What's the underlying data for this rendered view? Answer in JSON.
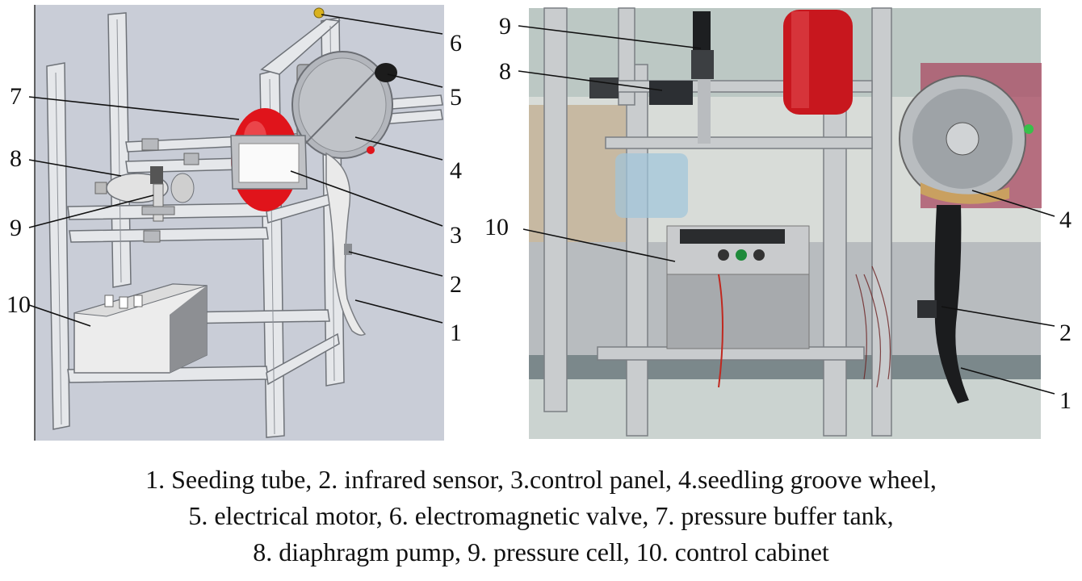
{
  "left_labels": {
    "l1": "1",
    "l2": "2",
    "l3": "3",
    "l4": "4",
    "l5": "5",
    "l6": "6",
    "l7": "7",
    "l8": "8",
    "l9": "9",
    "l10": "10"
  },
  "right_labels": {
    "r9": "9",
    "r8": "8",
    "r10": "10",
    "r4": "4",
    "r2": "2",
    "r1": "1"
  },
  "caption": {
    "line1": "1. Seeding tube, 2. infrared sensor, 3.control panel, 4.seedling groove wheel,",
    "line2": "5. electrical motor, 6. electromagnetic valve, 7. pressure buffer tank,",
    "line3": "8. diaphragm pump, 9. pressure cell, 10. control cabinet"
  },
  "colors": {
    "render_bg": "#c8ccd6",
    "frame": "#e4e6ea",
    "tank_red": "#e0141b",
    "cabinet": "#eeeeee"
  }
}
